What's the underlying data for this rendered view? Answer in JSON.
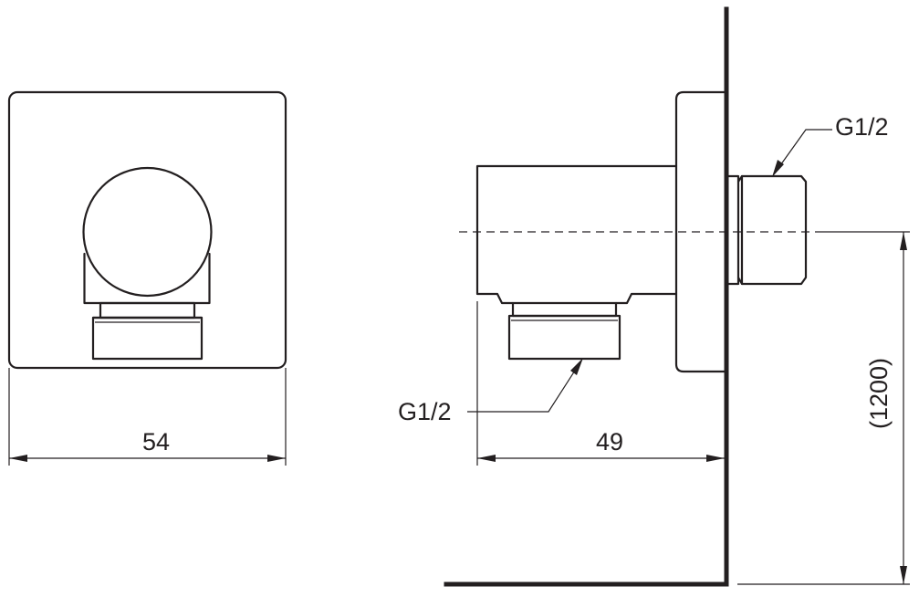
{
  "front_view": {
    "width_dimension": "54"
  },
  "side_view": {
    "depth_dimension": "49",
    "thread_outlet": "G1/2",
    "thread_inlet": "G1/2",
    "height_dimension": "(1200)"
  }
}
